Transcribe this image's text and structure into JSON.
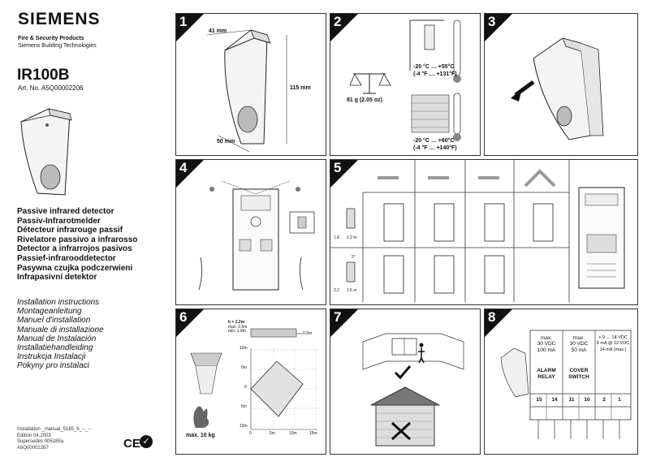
{
  "header": {
    "brand": "SIEMENS",
    "division": "Fire & Security Products",
    "subdivision": "Siemens Building Technologies",
    "model": "IR100B",
    "art_no": "Art. No. A5Q00002206"
  },
  "descriptions": [
    "Passive infrared detector",
    "Passiv-Infrarotmelder",
    "Détecteur infrarouge passif",
    "Rivelatore passivo a infrarosso",
    "Detector a infrarrojos pasivos",
    "Passief-infrarooddetector",
    "Pasywna czujka podczerwieni",
    "Infrapasivní detektor"
  ],
  "instructions": [
    "Installation instructions",
    "Montageanleitung",
    "Manuel d'installation",
    "Manuale di installazione",
    "Manual de Instalación",
    "Installatiehandleiding",
    "Instrukcja Instalacji",
    "Pokyny pro instalaci"
  ],
  "doc_info": [
    "Installation _manual_5185_b_--_--",
    "Edition 04.2003",
    "Supersedes 005185a",
    "A5Q00002267"
  ],
  "marks": {
    "ce": "CE"
  },
  "panels": [
    {
      "number": "1",
      "width_label": "41 mm",
      "height_label": "115 mm",
      "depth_label": "50 mm"
    },
    {
      "number": "2",
      "weight": "81 g (2.05 oz)",
      "temp1a": "-20 °C … +55°C",
      "temp1b": "(-4 °F … +131°F)",
      "temp2a": "-20 °C … +60°C",
      "temp2b": "(-4 °F … +140°F)"
    },
    {
      "number": "3"
    },
    {
      "number": "4"
    },
    {
      "number": "5",
      "h1": "1.8",
      "d1": "2.2 m",
      "angle": "2°",
      "h2": "2.2",
      "d2": "2.6 m"
    },
    {
      "number": "6",
      "mount_h": "h = 2.2m",
      "max_h": "max. 2.6m",
      "min_h": "min. 1.8m",
      "floor": "0.9m",
      "y_ticks": [
        "10m",
        "5m",
        "0",
        "5m",
        "10m"
      ],
      "x_ticks": [
        "0",
        "5m",
        "10m",
        "15m"
      ],
      "weight": "max. 10 kg"
    },
    {
      "number": "7"
    },
    {
      "number": "8",
      "columns": [
        {
          "lines": [
            "max.",
            "30 VDC",
            "100 mA"
          ],
          "name": [
            "ALARM",
            "RELAY"
          ],
          "terminals": [
            "15",
            "14"
          ]
        },
        {
          "lines": [
            "max.",
            "30 VDC",
            "50 mA"
          ],
          "name": [
            "COVER",
            "SWITCH"
          ],
          "terminals": [
            "11",
            "10"
          ]
        },
        {
          "lines": [
            "+ 9 … 14 VDC",
            "8 mA @ 12 VDC",
            "14 mA (max.)"
          ],
          "name": [],
          "terminals": [
            "2",
            "1"
          ]
        }
      ]
    }
  ]
}
